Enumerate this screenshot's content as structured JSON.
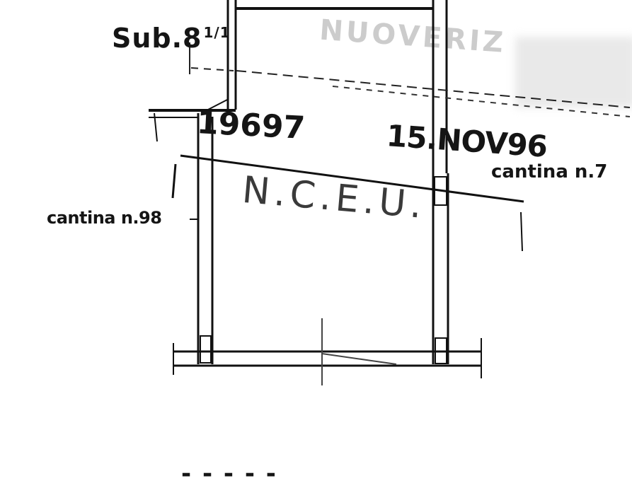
{
  "labels": {
    "sub": "Sub.8",
    "sub_sup": "1/1",
    "stamp_number": "19697",
    "stamp_date": "15.NOV96",
    "stamp_ghost": "NUOVERIZ",
    "ncue": "N.C.E.U.",
    "cantina_left": "cantina n.98",
    "cantina_right": "cantina n.7",
    "footer": "- - - - -"
  }
}
